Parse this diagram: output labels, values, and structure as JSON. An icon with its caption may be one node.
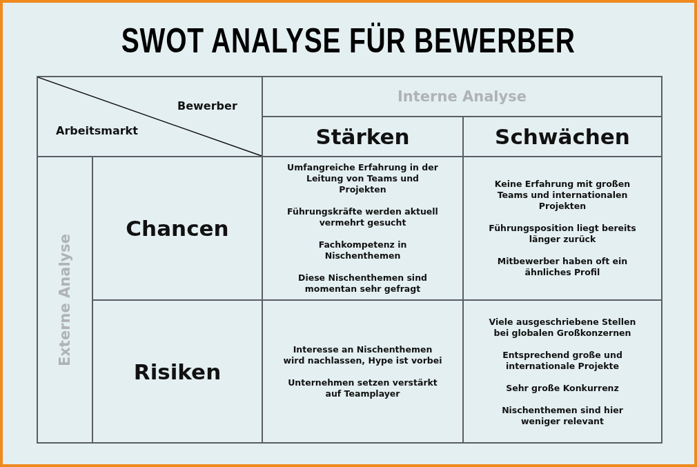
{
  "diagram": {
    "title": "SWOT ANALYSE FÜR BEWERBER",
    "labels": [
      "Bewerber",
      "Arbeitsmarkt",
      "Interne Analyse",
      "Stärken",
      "Schwächen",
      "Externe Analyse",
      "Chancen",
      "Umfangreiche Erfahrung in der Leitung von Teams und Projekten",
      "Führungskräfte werden aktuell vermehrt gesucht",
      "Fachkompetenz in Nischenthemen",
      "Diese Nischenthemen sind momentan sehr gefragt",
      "Keine Erfahrung mit großen Teams und internationalen Projekten",
      "Führungsposition liegt bereits länger zurück",
      "Mitbewerber haben oft ein ähnliches Profil",
      "Risiken",
      "Interesse an Nischenthemen wird nachlassen, Hype ist vorbei",
      "Unternehmen setzen verstärkt auf Teamplayer",
      "Viele ausgeschriebene Stellen bei globalen Großkonzernen",
      "Entsprechend große und internationale Projekte",
      "Sehr große Konkurrenz",
      "Nischenthemen sind hier weniger relevant"
    ]
  }
}
